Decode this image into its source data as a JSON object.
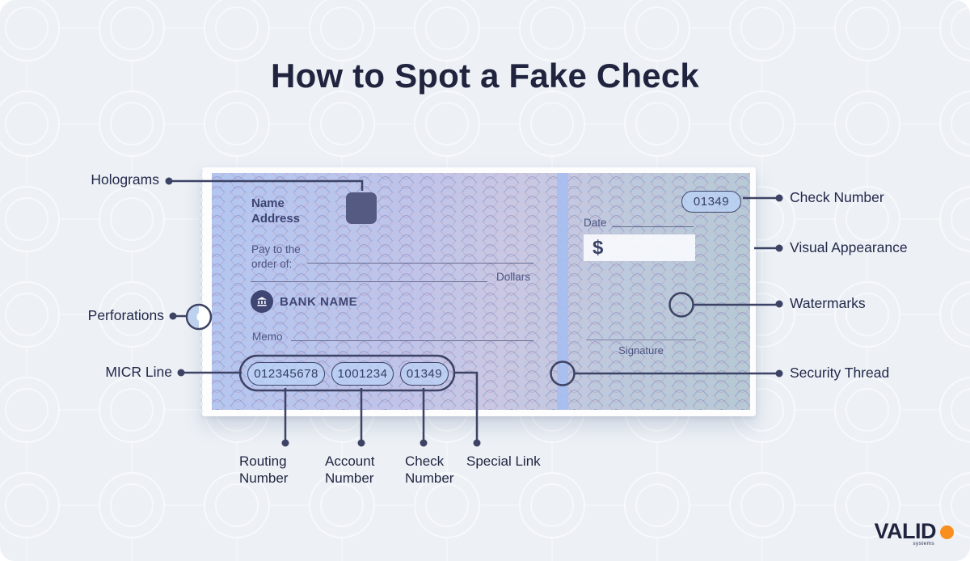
{
  "title": "How to Spot a Fake Check",
  "check": {
    "account_holder_name": "Name",
    "account_holder_address": "Address",
    "pay_to_line1": "Pay to the",
    "pay_to_line2": "order of:",
    "dollars_label": "Dollars",
    "bank_name": "BANK NAME",
    "memo_label": "Memo",
    "micr": [
      {
        "value": "012345678"
      },
      {
        "value": "1001234"
      },
      {
        "value": "01349"
      }
    ],
    "stub": {
      "check_number": "01349",
      "date_label": "Date",
      "currency_symbol": "$",
      "signature_label": "Signature"
    }
  },
  "callouts": {
    "left": [
      {
        "label": "Holograms"
      },
      {
        "label": "Perforations"
      },
      {
        "label": "MICR Line"
      }
    ],
    "right": [
      {
        "label": "Check Number"
      },
      {
        "label": "Visual Appearance"
      },
      {
        "label": "Watermarks"
      },
      {
        "label": "Security Thread"
      }
    ],
    "bottom": [
      {
        "line1": "Routing",
        "line2": "Number"
      },
      {
        "line1": "Account",
        "line2": "Number"
      },
      {
        "line1": "Check",
        "line2": "Number"
      },
      {
        "line1": "Special Link",
        "line2": ""
      }
    ]
  },
  "logo": {
    "brand": "VALID",
    "sub_brand": "systems"
  },
  "colors": {
    "background": "#edf1f6",
    "title_text": "#20243e",
    "callout_line": "#3d4365",
    "check_navy": "#3f4674",
    "hologram_square": "#555a82",
    "security_thread": "#a4bdf2",
    "accent_orange": "#f78e1e"
  }
}
